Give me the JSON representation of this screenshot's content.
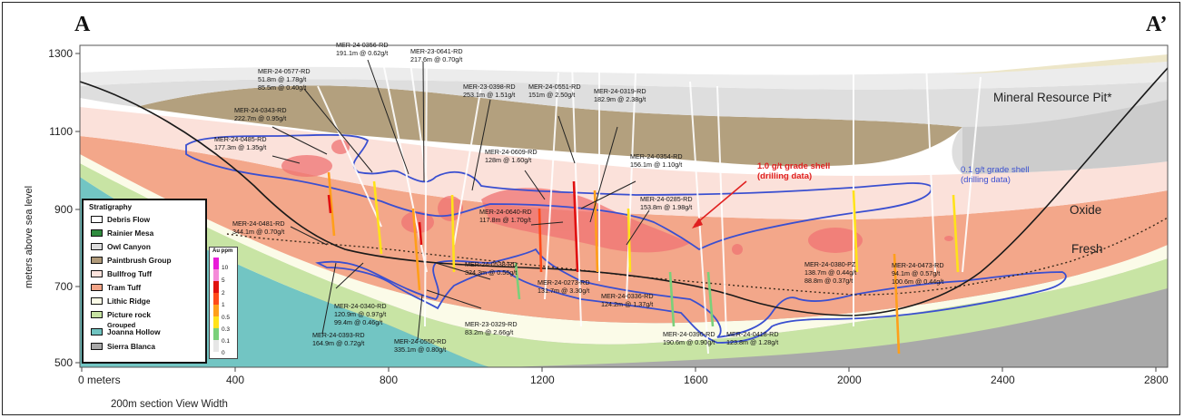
{
  "corners": {
    "left": "A",
    "right": "A’"
  },
  "axes": {
    "y_title": "meters above sea level",
    "y_ticks": [
      "1300",
      "1100",
      "900",
      "700",
      "500"
    ],
    "x_ticks": [
      "0 meters",
      "400",
      "800",
      "1200",
      "1600",
      "2000",
      "2400",
      "2800"
    ],
    "x_caption": "200m section View Width"
  },
  "zone_labels": {
    "pit": "Mineral Resource Pit*",
    "oxide": "Oxide",
    "fresh": "Fresh"
  },
  "shells": {
    "high": {
      "line1": "1.0 g/t grade shell",
      "line2": "(drilling data)",
      "color": "#e02020"
    },
    "low": {
      "line1": "0.1 g/t grade shell",
      "line2": "(drilling data)",
      "color": "#3a4fd0"
    }
  },
  "drill_holes": [
    {
      "id": "MER-24-0356-RD",
      "intercepts": [
        "191.1m @ 0.62g/t"
      ]
    },
    {
      "id": "MER-23-0641-RD",
      "intercepts": [
        "217.6m @ 0.70g/t"
      ]
    },
    {
      "id": "MER-24-0577-RD",
      "intercepts": [
        "51.8m @ 1.78g/t",
        "85.5m @ 0.40g/t"
      ]
    },
    {
      "id": "MER-23-0398-RD",
      "intercepts": [
        "253.1m @ 1.51g/t"
      ]
    },
    {
      "id": "MER-24-0551-RD",
      "intercepts": [
        "151m @ 2.50g/t"
      ]
    },
    {
      "id": "MER-24-0319-RD",
      "intercepts": [
        "182.9m @ 2.38g/t"
      ]
    },
    {
      "id": "MER-24-0343-RD",
      "intercepts": [
        "222.7m @ 0.95g/t"
      ]
    },
    {
      "id": "MER-24-0485-RD",
      "intercepts": [
        "177.3m @ 1.35g/t"
      ]
    },
    {
      "id": "MER-24-0609-RD",
      "intercepts": [
        "128m @ 1.60g/t"
      ]
    },
    {
      "id": "MER-24-0354-RD",
      "intercepts": [
        "156.1m @ 1.10g/t"
      ]
    },
    {
      "id": "MER-24-0285-RD",
      "intercepts": [
        "153.8m @ 1.98g/t"
      ]
    },
    {
      "id": "MER-24-0640-RD",
      "intercepts": [
        "117.8m @ 1.70g/t"
      ]
    },
    {
      "id": "MER-24-0481-RD",
      "intercepts": [
        "344.1m @ 0.70g/t"
      ]
    },
    {
      "id": "MER-24-0538-RD",
      "intercepts": [
        "324.3m @ 0.56g/t"
      ]
    },
    {
      "id": "MER-24-0273-RD",
      "intercepts": [
        "131.7m @ 3.30g/t"
      ]
    },
    {
      "id": "MER-24-0336-RD",
      "intercepts": [
        "124.2m @ 1.37g/t"
      ]
    },
    {
      "id": "MER-24-0340-RD",
      "intercepts": [
        "120.9m @ 0.97g/t",
        "99.4m @ 0.46g/t"
      ]
    },
    {
      "id": "MER-23-0329-RD",
      "intercepts": [
        "83.2m @ 2.66g/t"
      ]
    },
    {
      "id": "MER-24-0393-RD",
      "intercepts": [
        "164.9m @ 0.72g/t"
      ]
    },
    {
      "id": "MER-24-0550-RD",
      "intercepts": [
        "335.1m @ 0.80g/t"
      ]
    },
    {
      "id": "MER-24-0380-PZ",
      "intercepts": [
        "138.7m @ 0.44g/t",
        "88.8m @ 0.37g/t"
      ]
    },
    {
      "id": "MER-24-0473-RD",
      "intercepts": [
        "94.1m @ 0.57g/t",
        "100.6m @ 0.44g/t"
      ]
    },
    {
      "id": "MER-24-0390-RD",
      "intercepts": [
        "190.6m @ 0.90g/t"
      ]
    },
    {
      "id": "MER-24-0418-RD",
      "intercepts": [
        "123.8m @ 1.28g/t"
      ]
    }
  ],
  "stratigraphy_legend": {
    "title": "Stratigraphy",
    "items": [
      {
        "label": "Debris Flow",
        "color": "#ffffff"
      },
      {
        "label": "Rainier Mesa",
        "color": "#2e8b3e"
      },
      {
        "label": "Owl Canyon",
        "color": "#dcdcdc"
      },
      {
        "label": "Paintbrush Group",
        "color": "#b09a7a"
      },
      {
        "label": "Bullfrog Tuff",
        "color": "#fbe2dc"
      },
      {
        "label": "Tram Tuff",
        "color": "#f2a487"
      },
      {
        "label": "Lithic Ridge",
        "color": "#fbfbe6"
      },
      {
        "label": "Picture rock",
        "color": "#c6e3a2"
      },
      {
        "label": "Grouped",
        "color": "#6fc3c0"
      },
      {
        "label": "Joanna Hollow",
        "color": "#6fc3c0"
      },
      {
        "label": "Sierra Blanca",
        "color": "#a8a8a8"
      }
    ]
  },
  "grade_legend": {
    "title": "Au ppm",
    "steps": [
      {
        "value": "10",
        "color": "#e81bd8"
      },
      {
        "value": "5",
        "color": "#f58ad9"
      },
      {
        "value": "2",
        "color": "#e01010"
      },
      {
        "value": "1",
        "color": "#ff4a1a"
      },
      {
        "value": "0.5",
        "color": "#ff9f1a"
      },
      {
        "value": "0.3",
        "color": "#ffe21a"
      },
      {
        "value": "0.1",
        "color": "#7ad07a"
      },
      {
        "value": "0",
        "color": "#e6e6e6"
      }
    ]
  }
}
